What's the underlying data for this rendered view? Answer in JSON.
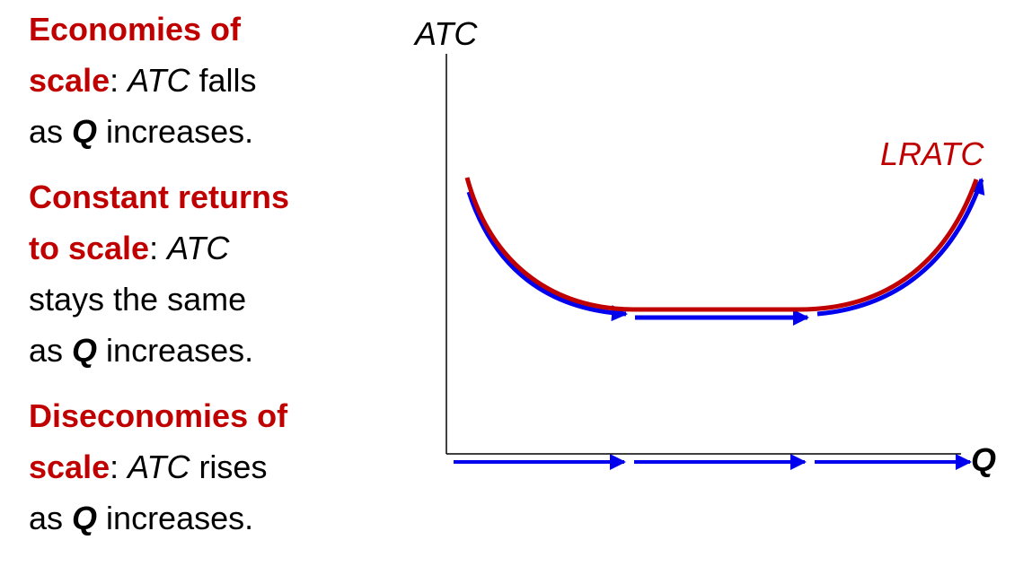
{
  "colors": {
    "term": "#c00000",
    "curve": "#c00000",
    "arrow": "#0000ee",
    "axis": "#000000"
  },
  "left_text": {
    "economies": {
      "term_line1": "Economies of",
      "term_line2": "scale",
      "sep": ": ",
      "atc": "ATC",
      "rest1": " falls",
      "as": "as ",
      "q": "Q",
      "rest2": " increases."
    },
    "constant": {
      "term_line1": "Constant returns",
      "term_line2": "to scale",
      "sep": ": ",
      "atc": "ATC",
      "line3": "stays the same",
      "as": "as ",
      "q": "Q",
      "rest": " increases."
    },
    "diseconomies": {
      "term_line1": "Diseconomies of",
      "term_line2": "scale",
      "sep": ": ",
      "atc": "ATC",
      "rest1": " rises",
      "as": "as ",
      "q": "Q",
      "rest2": " increases."
    }
  },
  "graph": {
    "y_axis_label": "ATC",
    "x_axis_label": "Q",
    "curve_label": "LRATC",
    "curve_icon": "u-shaped-curve",
    "arrow_icon": "right-arrow-icon"
  }
}
